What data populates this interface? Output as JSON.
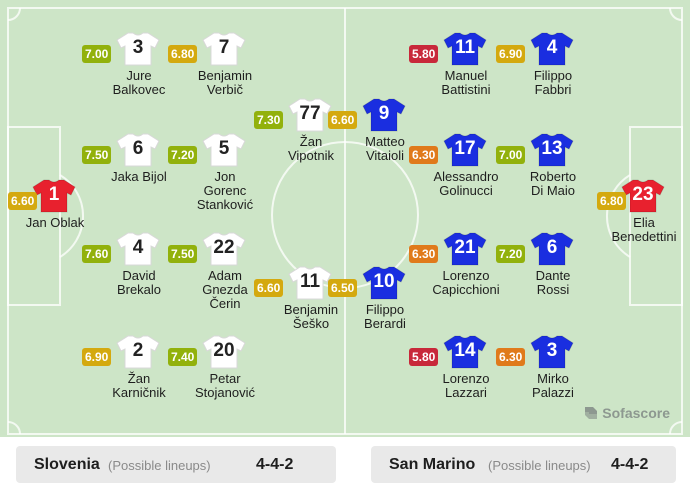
{
  "colors": {
    "pitch": "#cde5c7",
    "home_kit": "#ffffff",
    "away_kit": "#1a2ee0",
    "keeper_kit": "#e8212e",
    "rating_high": "#92b10c",
    "rating_mid": "#d4a90f",
    "rating_low": "#e07a1b",
    "rating_poor": "#c8283a"
  },
  "players": [
    {
      "number": "1",
      "name": "Jan Oblak",
      "rating": "6.60",
      "kit": "keeper",
      "band": "mid"
    },
    {
      "number": "3",
      "name": "Jure\nBalkovec",
      "rating": "7.00",
      "kit": "home",
      "band": "high"
    },
    {
      "number": "6",
      "name": "Jaka Bijol",
      "rating": "7.50",
      "kit": "home",
      "band": "high"
    },
    {
      "number": "4",
      "name": "David\nBrekalo",
      "rating": "7.60",
      "kit": "home",
      "band": "high"
    },
    {
      "number": "2",
      "name": "Žan\nKarničnik",
      "rating": "6.90",
      "kit": "home",
      "band": "mid"
    },
    {
      "number": "7",
      "name": "Benjamin\nVerbič",
      "rating": "6.80",
      "kit": "home",
      "band": "mid"
    },
    {
      "number": "5",
      "name": "Jon\nGorenc\nStanković",
      "rating": "7.20",
      "kit": "home",
      "band": "high"
    },
    {
      "number": "22",
      "name": "Adam\nGnezda\nČerin",
      "rating": "7.50",
      "kit": "home",
      "band": "high"
    },
    {
      "number": "20",
      "name": "Petar\nStojanović",
      "rating": "7.40",
      "kit": "home",
      "band": "high"
    },
    {
      "number": "77",
      "name": "Žan\nVipotnik",
      "rating": "7.30",
      "kit": "home",
      "band": "high"
    },
    {
      "number": "11",
      "name": "Benjamin\nŠeško",
      "rating": "6.60",
      "kit": "home",
      "band": "mid"
    },
    {
      "number": "9",
      "name": "Matteo\nVitaioli",
      "rating": "6.60",
      "kit": "away",
      "band": "mid"
    },
    {
      "number": "10",
      "name": "Filippo\nBerardi",
      "rating": "6.50",
      "kit": "away",
      "band": "mid"
    },
    {
      "number": "11",
      "name": "Manuel\nBattistini",
      "rating": "5.80",
      "kit": "away",
      "band": "poor"
    },
    {
      "number": "17",
      "name": "Alessandro\nGolinucci",
      "rating": "6.30",
      "kit": "away",
      "band": "low"
    },
    {
      "number": "21",
      "name": "Lorenzo\nCapicchioni",
      "rating": "6.30",
      "kit": "away",
      "band": "low"
    },
    {
      "number": "14",
      "name": "Lorenzo\nLazzari",
      "rating": "5.80",
      "kit": "away",
      "band": "poor"
    },
    {
      "number": "4",
      "name": "Filippo\nFabbri",
      "rating": "6.90",
      "kit": "away",
      "band": "mid"
    },
    {
      "number": "13",
      "name": "Roberto\nDi Maio",
      "rating": "7.00",
      "kit": "away",
      "band": "high"
    },
    {
      "number": "6",
      "name": "Dante\nRossi",
      "rating": "7.20",
      "kit": "away",
      "band": "high"
    },
    {
      "number": "3",
      "name": "Mirko\nPalazzi",
      "rating": "6.30",
      "kit": "away",
      "band": "low"
    },
    {
      "number": "23",
      "name": "Elia\nBenedettini",
      "rating": "6.80",
      "kit": "keeper",
      "band": "mid"
    }
  ],
  "home_team": {
    "name": "Slovenia",
    "note": "(Possible lineups)",
    "formation": "4-4-2"
  },
  "away_team": {
    "name": "San Marino",
    "note": "(Possible lineups)",
    "formation": "4-4-2"
  },
  "brand": {
    "name": "Sofascore",
    "icon": "sofascore-logo-icon"
  }
}
